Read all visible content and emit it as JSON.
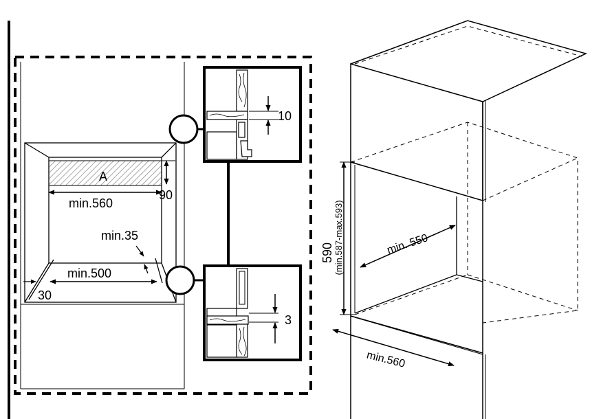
{
  "labels": {
    "cavity_a": "A",
    "dim_90": "90",
    "min_560_front": "min.560",
    "min_35": "min.35",
    "min_500": "min.500",
    "dim_30": "30",
    "gap_10": "10",
    "gap_3": "3",
    "height_590": "590",
    "height_range": "(min.587-max.593)",
    "depth_min_550": "min. 550",
    "width_min_560": "min.560"
  },
  "colors": {
    "line": "#000000",
    "hatch": "#9a9a9a",
    "background": "#ffffff"
  }
}
